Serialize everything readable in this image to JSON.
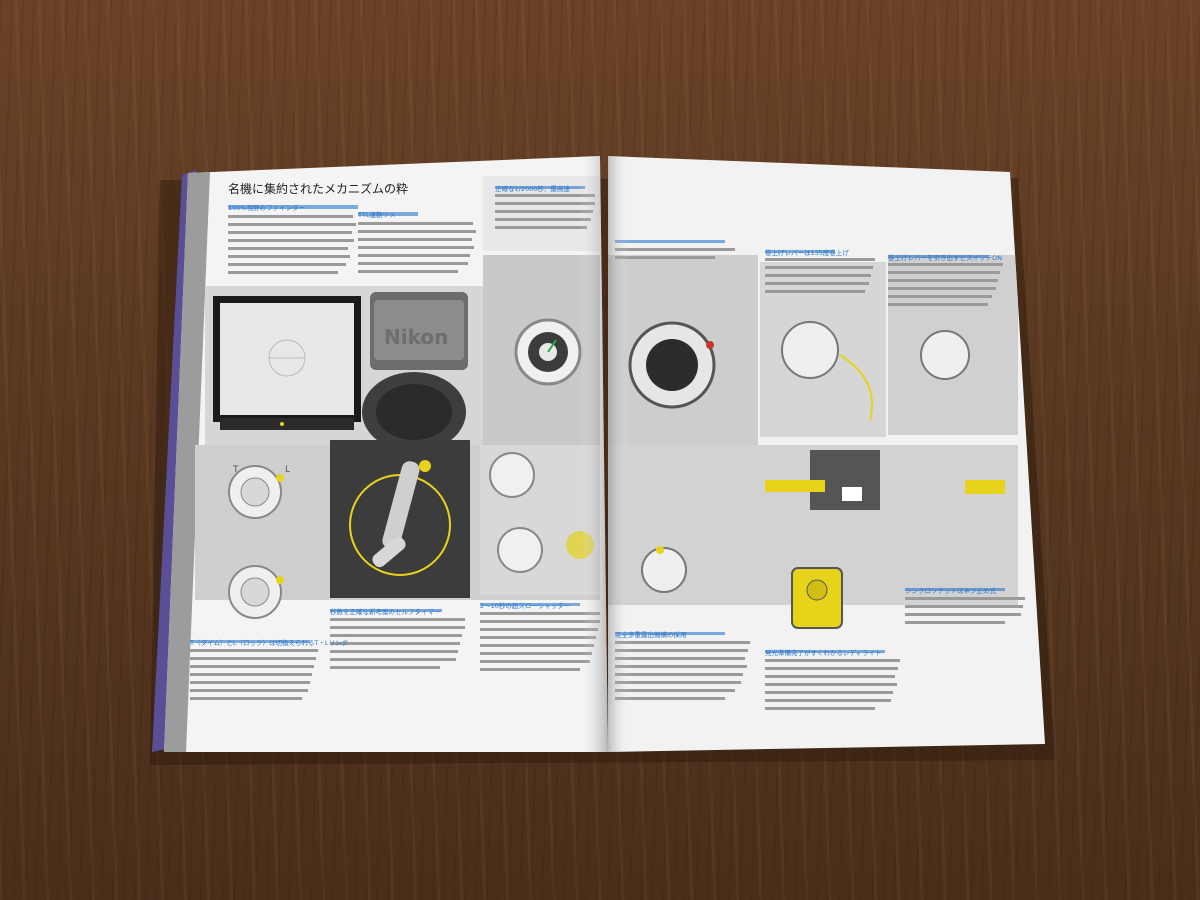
{
  "spread": {
    "left_heading": "名機に集約されたメカニズムの粋",
    "logo_text": "Nikon",
    "tl_labels": [
      "T",
      "L"
    ],
    "callout_titles": [
      "100%視野のファインダー",
      "TTL連動ツメ",
      "正確な1/2000秒、最高速",
      "T（タイム）とL（ロック）は切換えられるT・Lリング",
      "秒数を正確な新考案のセルフタイマー",
      "2〜10秒の超スローシャッター",
      "完全多重露出機構の採用",
      "巻上げレバーは135度巻上げ",
      "巻上げレバーを引き出すとスイッチON",
      "発光準備完了がすぐわかるレディライト",
      "シンクロソケットはネジ止め式"
    ]
  },
  "colors": {
    "wood": "#5b3a22",
    "page": "#f4f4f4",
    "accent_yellow": "#e6d31a",
    "illustration_gray": "#cfcfcf",
    "caption_blue": "#2c76c9"
  }
}
